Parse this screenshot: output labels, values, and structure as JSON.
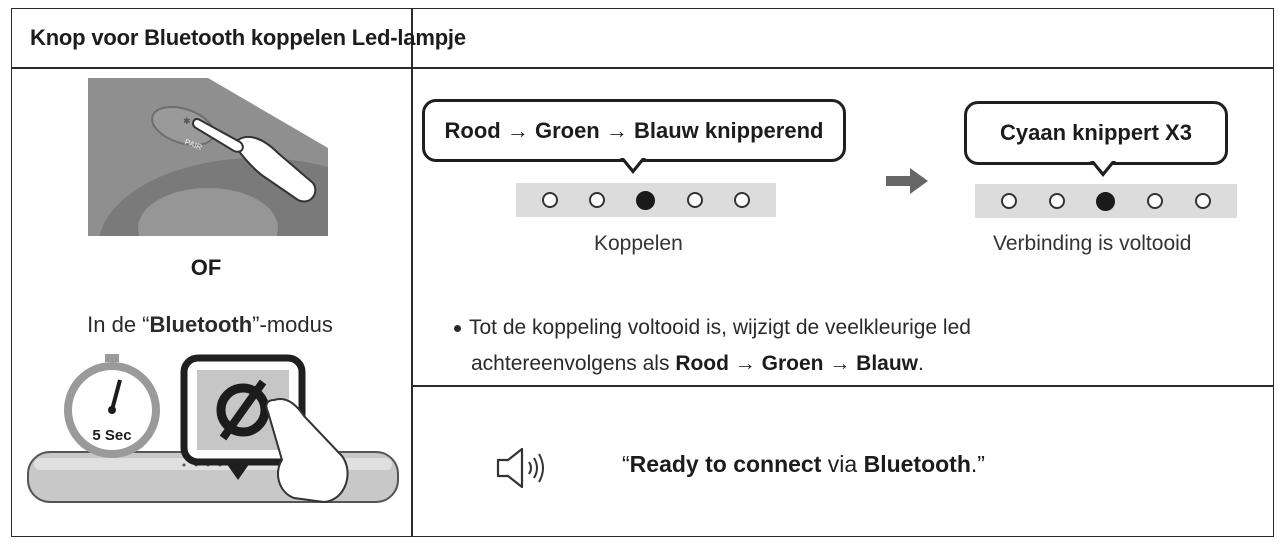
{
  "header": {
    "title": "Knop voor Bluetooth koppelen Led-lampje"
  },
  "left_panel": {
    "pair_button_label": "PAIR",
    "or_label": "OF",
    "mode_prefix": "In de “",
    "mode_name": "Bluetooth",
    "mode_suffix": "”-modus",
    "timer_label": "5 Sec"
  },
  "led_states": [
    {
      "bubble": "Rood → Groen → Blauw knipperend",
      "caption": "Koppelen",
      "leds": [
        false,
        false,
        true,
        false,
        false
      ]
    },
    {
      "bubble": "Cyaan knippert X3",
      "caption": "Verbinding is voltooid",
      "leds": [
        false,
        false,
        true,
        false,
        false
      ]
    }
  ],
  "note": {
    "text_1": "Tot de koppeling voltooid is, wijzigt de veelkleurige led",
    "text_2": "achtereenvolgens als ",
    "color_1": "Rood",
    "sep": " → ",
    "color_2": "Groen",
    "color_3": "Blauw",
    "end": "."
  },
  "voice": {
    "open_quote": "“",
    "strong": "Ready to connect",
    "middle": " via ",
    "bluetooth": "Bluetooth",
    "end": ".”"
  },
  "colors": {
    "border": "#2a2a2a",
    "led_strip": "#dcdcdc",
    "device_grey": "#8f8f8f"
  }
}
